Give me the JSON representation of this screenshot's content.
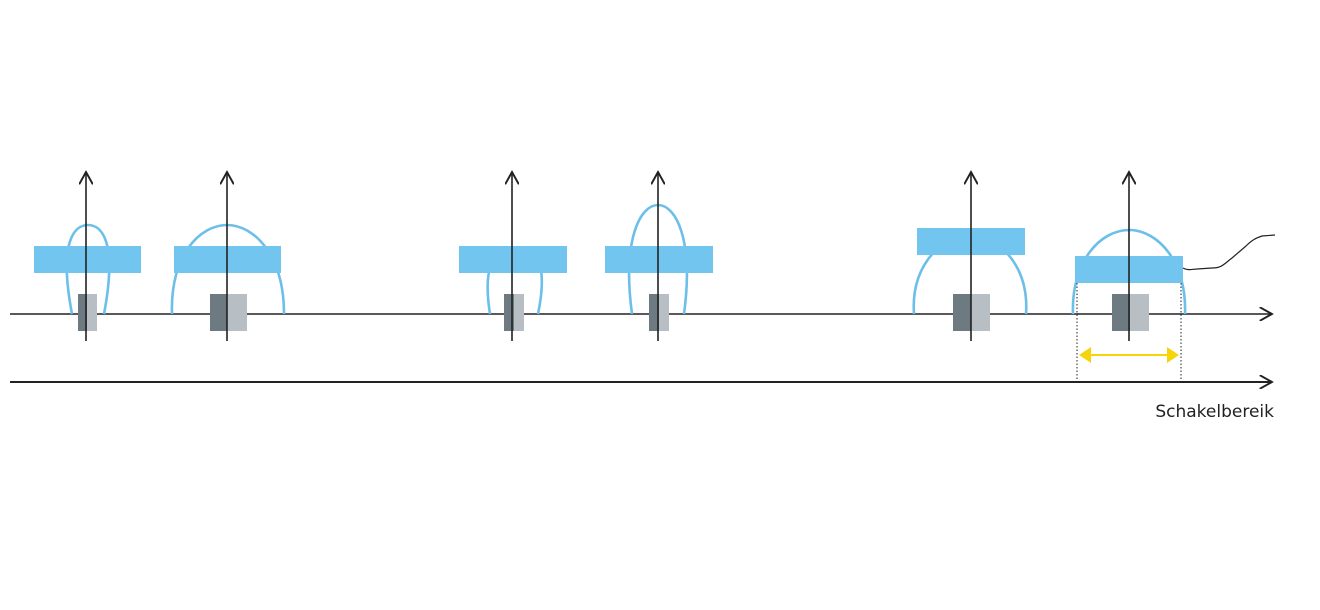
{
  "axis_label": "Schakelbereik",
  "colors": {
    "plate": "#71c5ef",
    "field_line": "#6cbfe8",
    "sensor_dark": "#6e7a82",
    "sensor_light": "#b8bfc4",
    "axis": "#222222",
    "range_arrow": "#f6d40a"
  },
  "sensors": [
    {
      "id": "sensor-1",
      "field": "narrow"
    },
    {
      "id": "sensor-2",
      "field": "wide"
    },
    {
      "id": "sensor-3",
      "field": "narrow"
    },
    {
      "id": "sensor-4",
      "field": "narrow-tall"
    },
    {
      "id": "sensor-5",
      "field": "wide-high-plate"
    },
    {
      "id": "sensor-6",
      "field": "wide"
    }
  ]
}
